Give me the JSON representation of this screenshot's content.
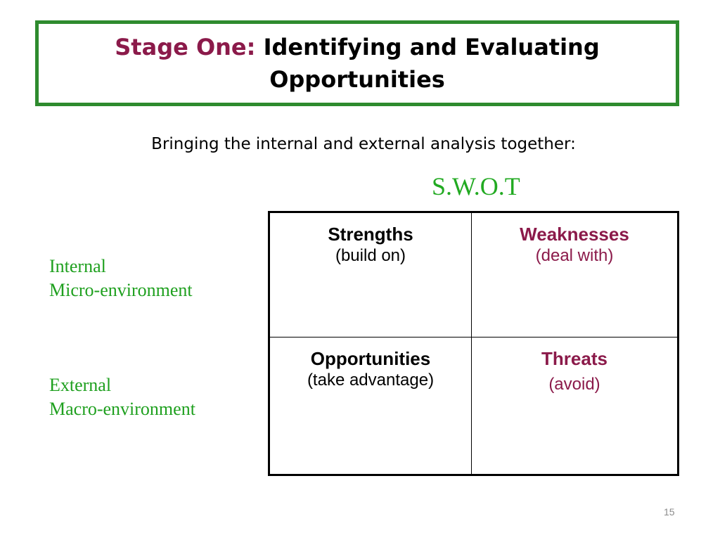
{
  "title": {
    "prefix": "Stage One:",
    "main": "Identifying and Evaluating Opportunities"
  },
  "subtitle": "Bringing the internal and external analysis together:",
  "swot_label": "S.W.O.T",
  "side_labels": {
    "internal": {
      "line1": "Internal",
      "line2": "Micro-environment"
    },
    "external": {
      "line1": "External",
      "line2": "Macro-environment"
    }
  },
  "swot": {
    "strengths": {
      "title": "Strengths",
      "sub": "(build on)"
    },
    "weaknesses": {
      "title": "Weaknesses",
      "sub": "(deal with)"
    },
    "opportunities": {
      "title": "Opportunities",
      "sub": "(take advantage)"
    },
    "threats": {
      "title": "Threats",
      "sub": "(avoid)"
    }
  },
  "page_number": "15",
  "colors": {
    "accent_maroon": "#8b1a4a",
    "accent_green": "#22aa22",
    "border_green": "#2e8b2e"
  }
}
